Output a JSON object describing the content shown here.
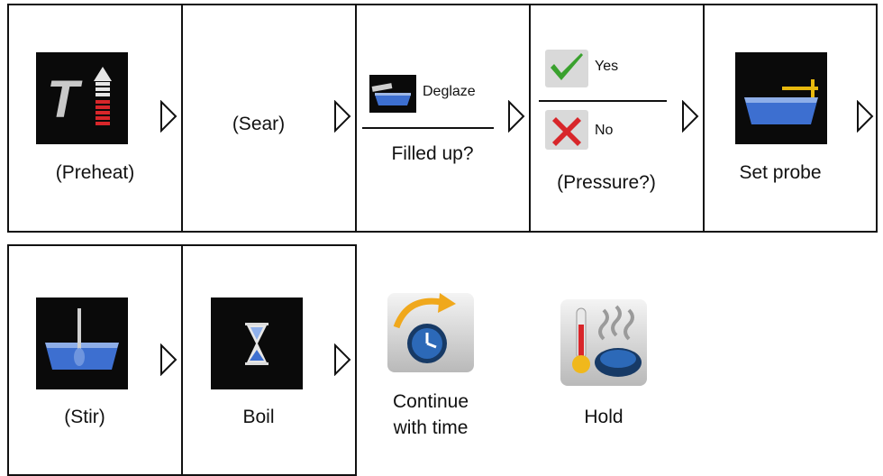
{
  "row1": {
    "preheat": {
      "label": "(Preheat)",
      "icon": "preheat-temperature-icon"
    },
    "sear": {
      "label": "(Sear)"
    },
    "deglaze": {
      "option_label": "Deglaze",
      "label": "Filled up?",
      "icon": "deglaze-pan-icon"
    },
    "pressure": {
      "yes_label": "Yes",
      "no_label": "No",
      "label": "(Pressure?)",
      "yes_icon": "checkmark-icon",
      "no_icon": "cross-icon"
    },
    "probe": {
      "label": "Set probe",
      "icon": "probe-pan-icon"
    }
  },
  "row2": {
    "stir": {
      "label": "(Stir)",
      "icon": "stir-pan-icon"
    },
    "boil": {
      "label": "Boil",
      "icon": "hourglass-icon"
    },
    "continue": {
      "label_line1": "Continue",
      "label_line2": "with time",
      "icon": "continue-clock-icon"
    },
    "hold": {
      "label": "Hold",
      "icon": "hold-warm-icon"
    }
  },
  "colors": {
    "border": "#111111",
    "icon_bg": "#0a0a0a",
    "pan_blue": "#3d6fd0",
    "check_green": "#3aa12e",
    "cross_red": "#d8262a",
    "probe_yellow": "#e8b90e"
  }
}
